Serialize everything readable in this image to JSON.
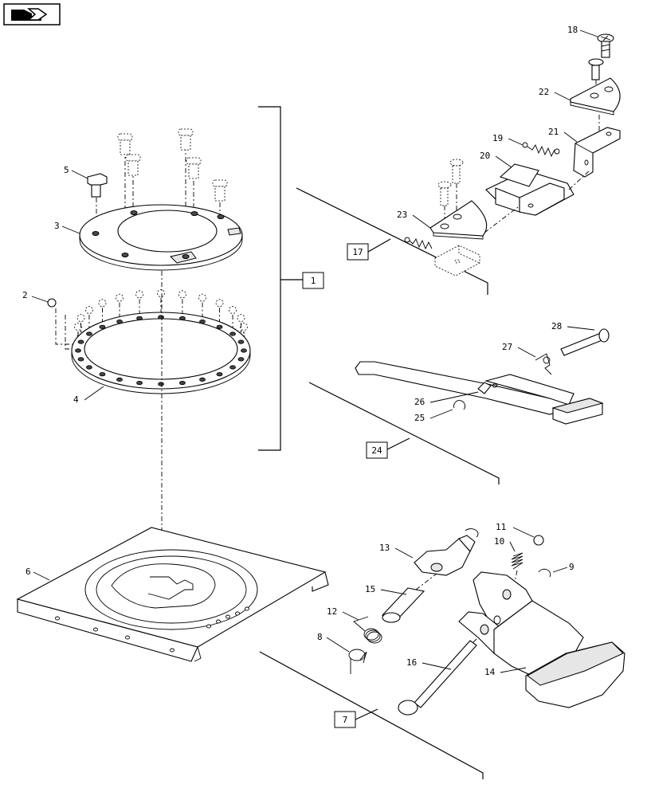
{
  "callouts": {
    "c1": "1",
    "c2": "2",
    "c3": "3",
    "c4": "4",
    "c5": "5",
    "c6": "6",
    "c7": "7",
    "c8": "8",
    "c9": "9",
    "c10": "10",
    "c11": "11",
    "c12": "12",
    "c13": "13",
    "c14": "14",
    "c15": "15",
    "c16": "16",
    "c17": "17",
    "c18": "18",
    "c19": "19",
    "c20": "20",
    "c21": "21",
    "c22": "22",
    "c23": "23",
    "c24": "24",
    "c25": "25",
    "c26": "26",
    "c27": "27",
    "c28": "28"
  },
  "icons": {
    "nav": "arrow-icon"
  }
}
